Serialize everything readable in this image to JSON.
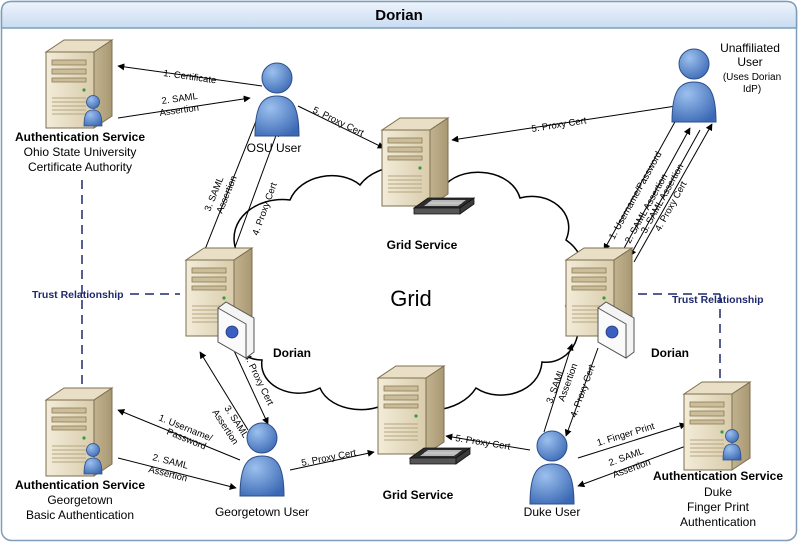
{
  "title": "Dorian",
  "center_label": "Grid",
  "trust_label": "Trust Relationship",
  "nodes": {
    "auth_osu": {
      "title": "Authentication Service",
      "lines": [
        "Ohio State University",
        "Certificate Authority"
      ]
    },
    "auth_georgetown": {
      "title": "Authentication Service",
      "lines": [
        "Georgetown",
        "Basic Authentication"
      ]
    },
    "auth_duke": {
      "title": "Authentication Service",
      "lines": [
        "Duke",
        "Finger Print",
        "Authentication"
      ]
    },
    "osu_user": {
      "label": "OSU User"
    },
    "georgetown_user": {
      "label": "Georgetown User"
    },
    "duke_user": {
      "label": "Duke User"
    },
    "unaffiliated_user": {
      "lines": [
        "Unaffiliated",
        "User"
      ],
      "note": [
        "(Uses Dorian",
        "IdP)"
      ]
    },
    "dorian_left": {
      "label": "Dorian"
    },
    "dorian_right": {
      "label": "Dorian"
    },
    "grid_service_top": {
      "label": "Grid Service"
    },
    "grid_service_bottom": {
      "label": "Grid Service"
    }
  },
  "edges": {
    "osu_certificate": "1. Certificate",
    "osu_saml": [
      "2. SAML",
      "Assertion"
    ],
    "osu_saml_dorian": [
      "3. SAML",
      "Assertion"
    ],
    "osu_proxy_dorian": "4. Proxy Cert",
    "osu_proxy_grid": "5. Proxy Cert",
    "unaff_proxy_grid": "5. Proxy Cert",
    "unaff_username": "1. Username/Password",
    "unaff_saml_2": "2. SAML Assertion",
    "unaff_saml_3": "3. SAML Assertion",
    "unaff_proxy_4": "4. Proxy Cert",
    "gt_username": [
      "1. Username/",
      "Password"
    ],
    "gt_saml": [
      "2. SAML",
      "Assertion"
    ],
    "gt_saml_dorian": [
      "3. SAML",
      "Assertion"
    ],
    "gt_proxy_dorian": "4. Proxy Cert",
    "gt_proxy_grid": "5. Proxy Cert",
    "duke_saml_dorian": [
      "3. SAML",
      "Assertion"
    ],
    "duke_proxy_dorian": "4. Proxy Cert",
    "duke_proxy_grid": "5. Proxy Cert",
    "duke_fingerprint": "1. Finger Print",
    "duke_saml": [
      "2. SAML",
      "Assertion"
    ]
  },
  "colors": {
    "title_bg": "#dce9f8",
    "title_border": "#7f9db9",
    "trust_line": "#1f2a6e",
    "user_fill": "#4f7fc9",
    "server_fill": "#e6dcc4"
  }
}
